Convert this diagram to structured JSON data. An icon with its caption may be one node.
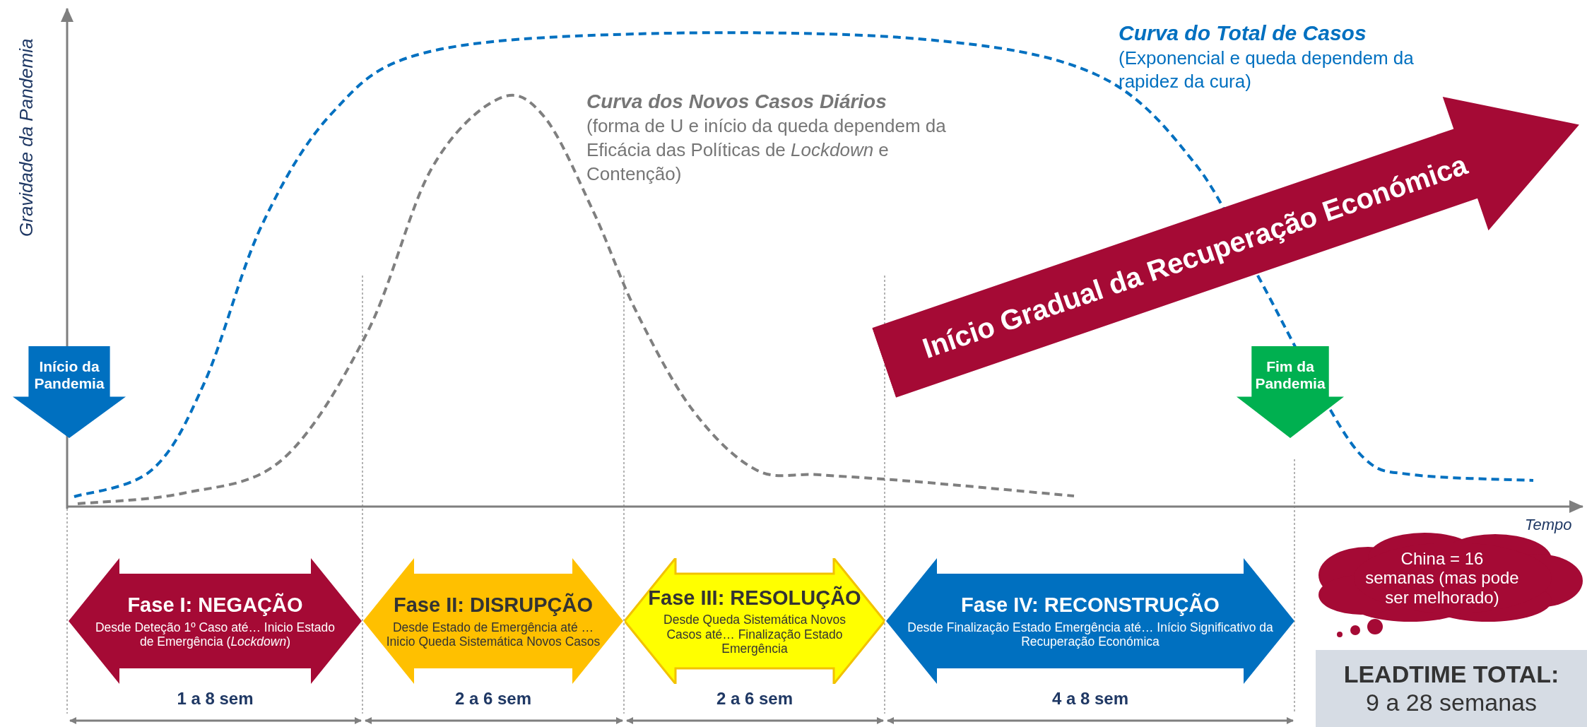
{
  "diagram": {
    "nodes": [
      {
        "text": [
          "Início da Pandemia"
        ]
      },
      {
        "text": [
          "Fim da Pandemia"
        ]
      },
      {
        "text": [
          "Início Gradual da Recuperação Económica"
        ]
      },
      {
        "text": [
          "Fase I: NEGAÇÃO",
          "Desde Deteção 1º Caso até… Inicio Estado de Emergência (*Lockdown*)"
        ],
        "beside": [
          "1 a 8 sem"
        ]
      },
      {
        "text": [
          "Fase II: DISRUPÇÃO",
          "Desde Estado de Emergência até … Inicio Queda Sistemática Novos Casos"
        ],
        "beside": [
          "2 a 6 sem"
        ]
      },
      {
        "text": [
          "Fase III: RESOLUÇÃO",
          "Desde Queda Sistemática Novos Casos até… Finalização Estado Emergência"
        ],
        "beside": [
          "2 a 6 sem"
        ]
      },
      {
        "text": [
          "Fase IV: RECONSTRUÇÃO",
          "Desde Finalização Estado Emergência até… Início Significativo da Recuperação Económica"
        ],
        "beside": [
          "4 a 8 sem"
        ]
      },
      {
        "text": [
          "China = 16 semanas (mas pode ser melhorado)"
        ]
      },
      {
        "text": [
          "LEADTIME TOTAL:",
          "9 a 28 semanas"
        ]
      }
    ],
    "edges": [],
    "labels": [
      "Gravidade da Pandemia",
      "Curva do Total de Casos",
      "(Exponencial e queda dependem da rapidez da cura)",
      "Curva dos Novos Casos Diários",
      "(forma de U e início da queda dependem da Eficácia das Políticas de *Lockdown* e Contenção)",
      "Tempo"
    ]
  }
}
